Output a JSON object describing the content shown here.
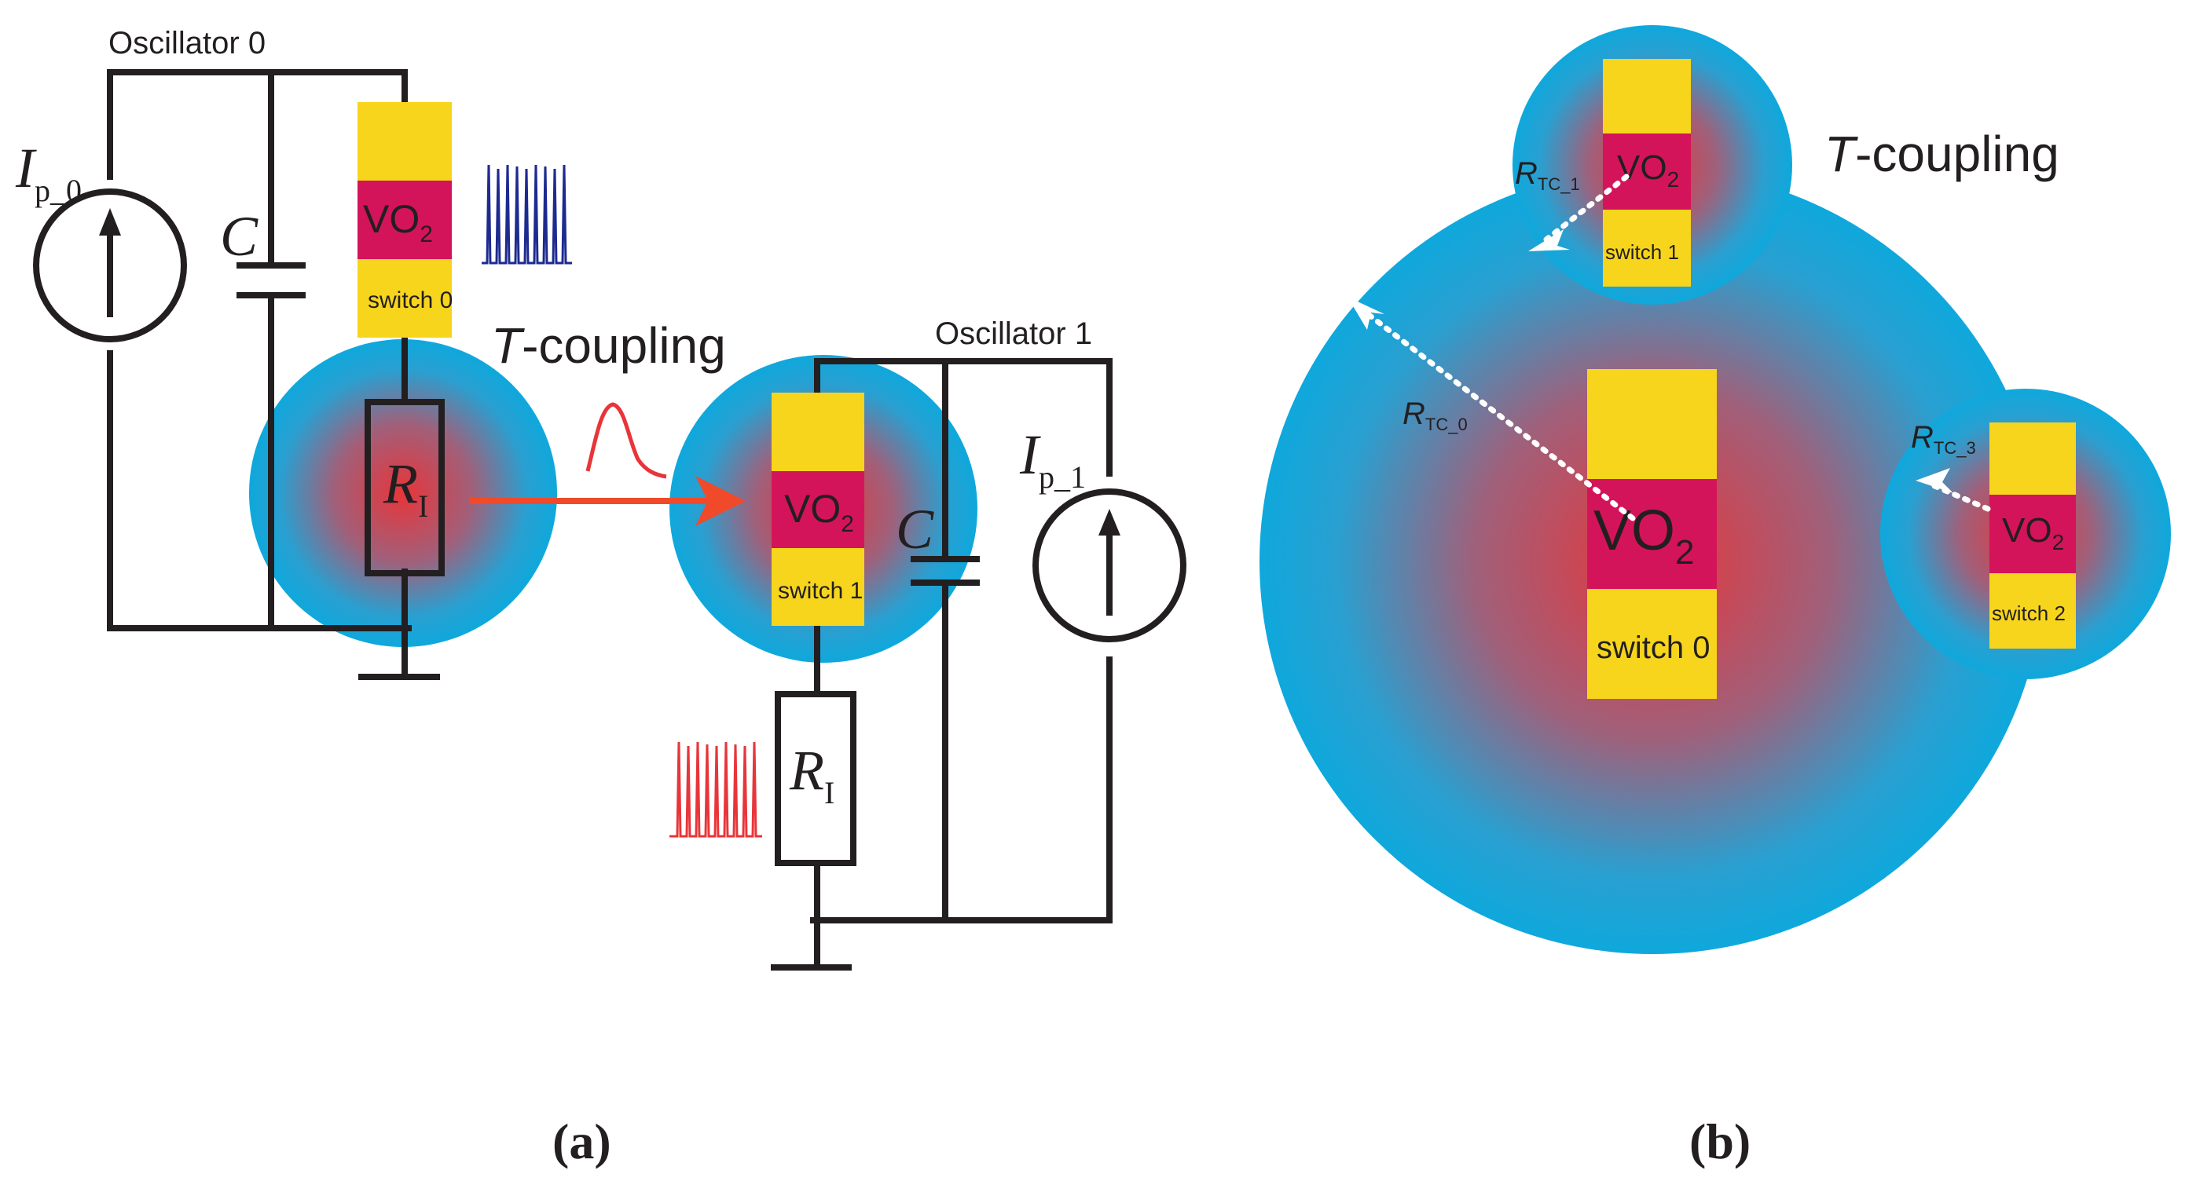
{
  "colors": {
    "wire": "#231f20",
    "glow_outer": "#0fa8dc",
    "glow_inner": "#e8353a",
    "switch_yellow": "#f7d51d",
    "vo2_magenta": "#d4145a",
    "coupling_arrow": "#f04a2a",
    "spike_blue": "#1d2a8f",
    "spike_red": "#e8353a"
  },
  "panel_a": {
    "caption": "(a)",
    "oscillator0": {
      "label": "Oscillator 0",
      "current_source": "I",
      "current_source_sub": "p_0",
      "capacitor": "C",
      "switch_material": "VO",
      "switch_material_sub": "2",
      "switch_label": "switch 0",
      "resistor": "R",
      "resistor_sub": "I"
    },
    "coupling_label_italic": "T",
    "coupling_label_rest": "-coupling",
    "oscillator1": {
      "label": "Oscillator 1",
      "current_source": "I",
      "current_source_sub": "p_1",
      "capacitor": "C",
      "switch_material": "VO",
      "switch_material_sub": "2",
      "switch_label": "switch 1",
      "resistor": "R",
      "resistor_sub": "I"
    }
  },
  "panel_b": {
    "caption": "(b)",
    "coupling_label_italic": "T",
    "coupling_label_rest": "-coupling",
    "switch0": {
      "material": "VO",
      "material_sub": "2",
      "label": "switch 0",
      "radius": "R",
      "radius_sub": "TC_0"
    },
    "switch1": {
      "material": "VO",
      "material_sub": "2",
      "label": "switch 1",
      "radius": "R",
      "radius_sub": "TC_1"
    },
    "switch2": {
      "material": "VO",
      "material_sub": "2",
      "label": "switch 2",
      "radius": "R",
      "radius_sub": "TC_3"
    }
  }
}
